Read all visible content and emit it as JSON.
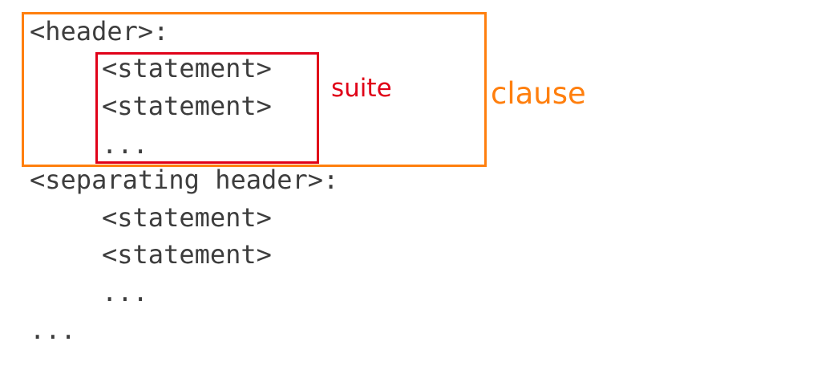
{
  "code": {
    "header": "<header>:",
    "statement_1": "<statement>",
    "statement_2": "<statement>",
    "ellipsis_1": "...",
    "separating_header": "<separating header>:",
    "statement_3": "<statement>",
    "statement_4": "<statement>",
    "ellipsis_2": "...",
    "ellipsis_3": "..."
  },
  "annotations": {
    "suite_label": "suite",
    "clause_label": "clause"
  },
  "colors": {
    "code_text": "#3d3d3d",
    "clause": "#ff7f0e",
    "suite": "#e00018"
  }
}
